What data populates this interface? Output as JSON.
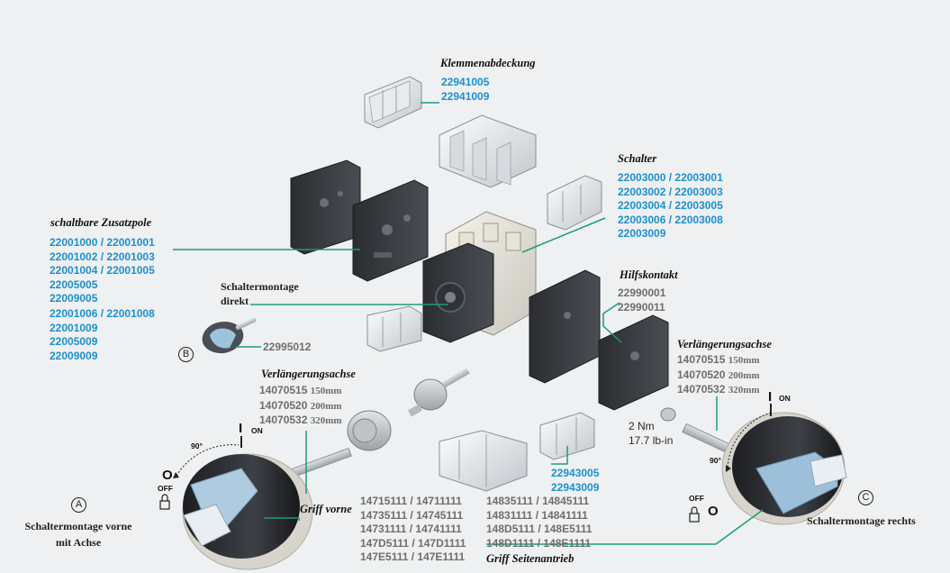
{
  "terminal_cover": {
    "title": "Klemmenabdeckung",
    "codes": [
      "22941005",
      "22941009"
    ]
  },
  "switch": {
    "title": "Schalter",
    "codes": [
      "22003000 / 22003001",
      "22003002 / 22003003",
      "22003004 / 22003005",
      "22003006 / 22003008",
      "22003009"
    ]
  },
  "auxiliary_poles": {
    "title": "schaltbare Zusatzpole",
    "codes": [
      "22001000 / 22001001",
      "22001002 / 22001003",
      "22001004 / 22001005",
      "22005005",
      "22009005",
      "22001006 / 22001008",
      "22001009",
      "22005009",
      "22009009"
    ]
  },
  "direct_mount": {
    "title_lines": [
      "Schaltermontage",
      "direkt"
    ],
    "code": "22995012",
    "marker": "B"
  },
  "auxiliary_contact": {
    "title": "Hilfskontakt",
    "codes": [
      "22990001",
      "22990011"
    ]
  },
  "extension_left": {
    "title": "Verlängerungsachse",
    "items": [
      {
        "code": "14070515",
        "length": "150mm"
      },
      {
        "code": "14070520",
        "length": "200mm"
      },
      {
        "code": "14070532",
        "length": "320mm"
      }
    ]
  },
  "extension_right": {
    "title": "Verlängerungsachse",
    "items": [
      {
        "code": "14070515",
        "length": "150mm"
      },
      {
        "code": "14070520",
        "length": "200mm"
      },
      {
        "code": "14070532",
        "length": "320mm"
      }
    ]
  },
  "torque": {
    "nm": "2 Nm",
    "lb_in": "17.7 lb-in"
  },
  "terminal_cover_bottom": {
    "codes": [
      "22943005",
      "22943009"
    ]
  },
  "front_handle": {
    "title": "Griff vorne",
    "codes": [
      "14715111 / 14711111",
      "14735111 / 14745111",
      "14731111 / 14741111",
      "147D5111 / 147D1111",
      "147E5111 / 147E1111"
    ]
  },
  "side_handle": {
    "title": "Griff Seitenantrieb",
    "codes": [
      "14835111 / 14845111",
      "14831111 / 14841111",
      "148D5111 / 148E5111",
      "148D1111 / 148E1111"
    ]
  },
  "front_mount": {
    "marker": "A",
    "title_lines": [
      "Schaltermontage vorne",
      "mit Achse"
    ]
  },
  "side_mount": {
    "marker": "C",
    "title": "Schaltermontage rechts"
  },
  "positions": {
    "on_symbol": "I",
    "on_label": "ON",
    "off_symbol": "O",
    "off_label": "OFF",
    "angle": "90°"
  },
  "colors": {
    "leader_line": "#1a9c7a",
    "code_blue": "#1c8fd0",
    "code_gray": "#6e6e6e",
    "background": "#eef0f1"
  }
}
